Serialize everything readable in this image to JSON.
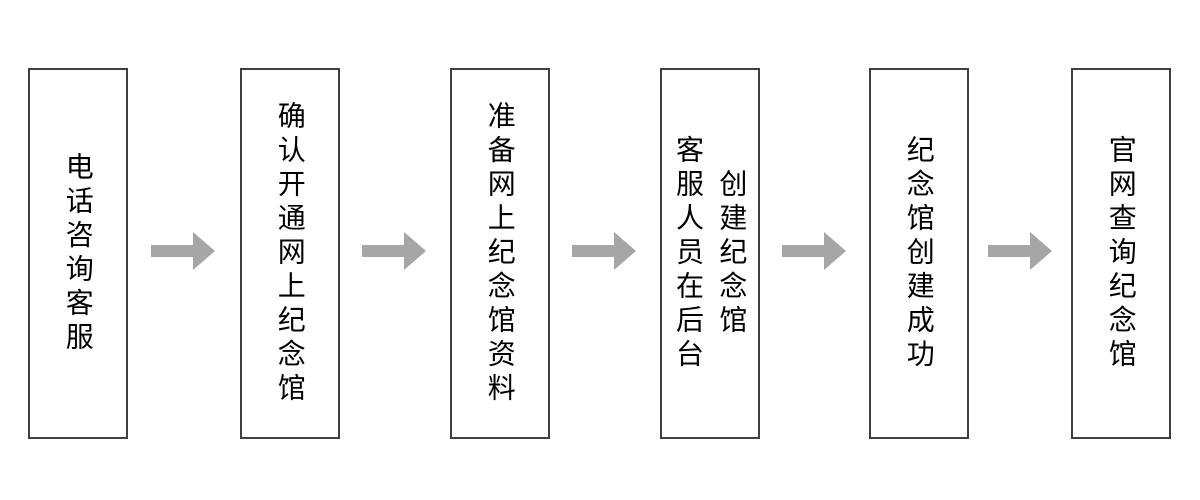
{
  "flow": {
    "kind": "flowchart",
    "direction": "left-to-right",
    "steps": [
      {
        "id": "phone-consult",
        "label": "电话咨询客服"
      },
      {
        "id": "confirm-open",
        "label": "确认开通网上纪念馆"
      },
      {
        "id": "prepare-materials",
        "label": "准备网上纪念馆资料"
      },
      {
        "id": "staff-create",
        "label": "客服人员在后台\n创建纪念馆"
      },
      {
        "id": "create-success",
        "label": "纪念馆创建成功"
      },
      {
        "id": "official-site-query",
        "label": "官网查询纪念馆"
      }
    ],
    "connector_icon": "right-arrow",
    "colors": {
      "background": "#ffffff",
      "box_fill": "#ffffff",
      "box_border": "#404040",
      "text": "#000000",
      "arrow": "#a6a6a6"
    }
  }
}
